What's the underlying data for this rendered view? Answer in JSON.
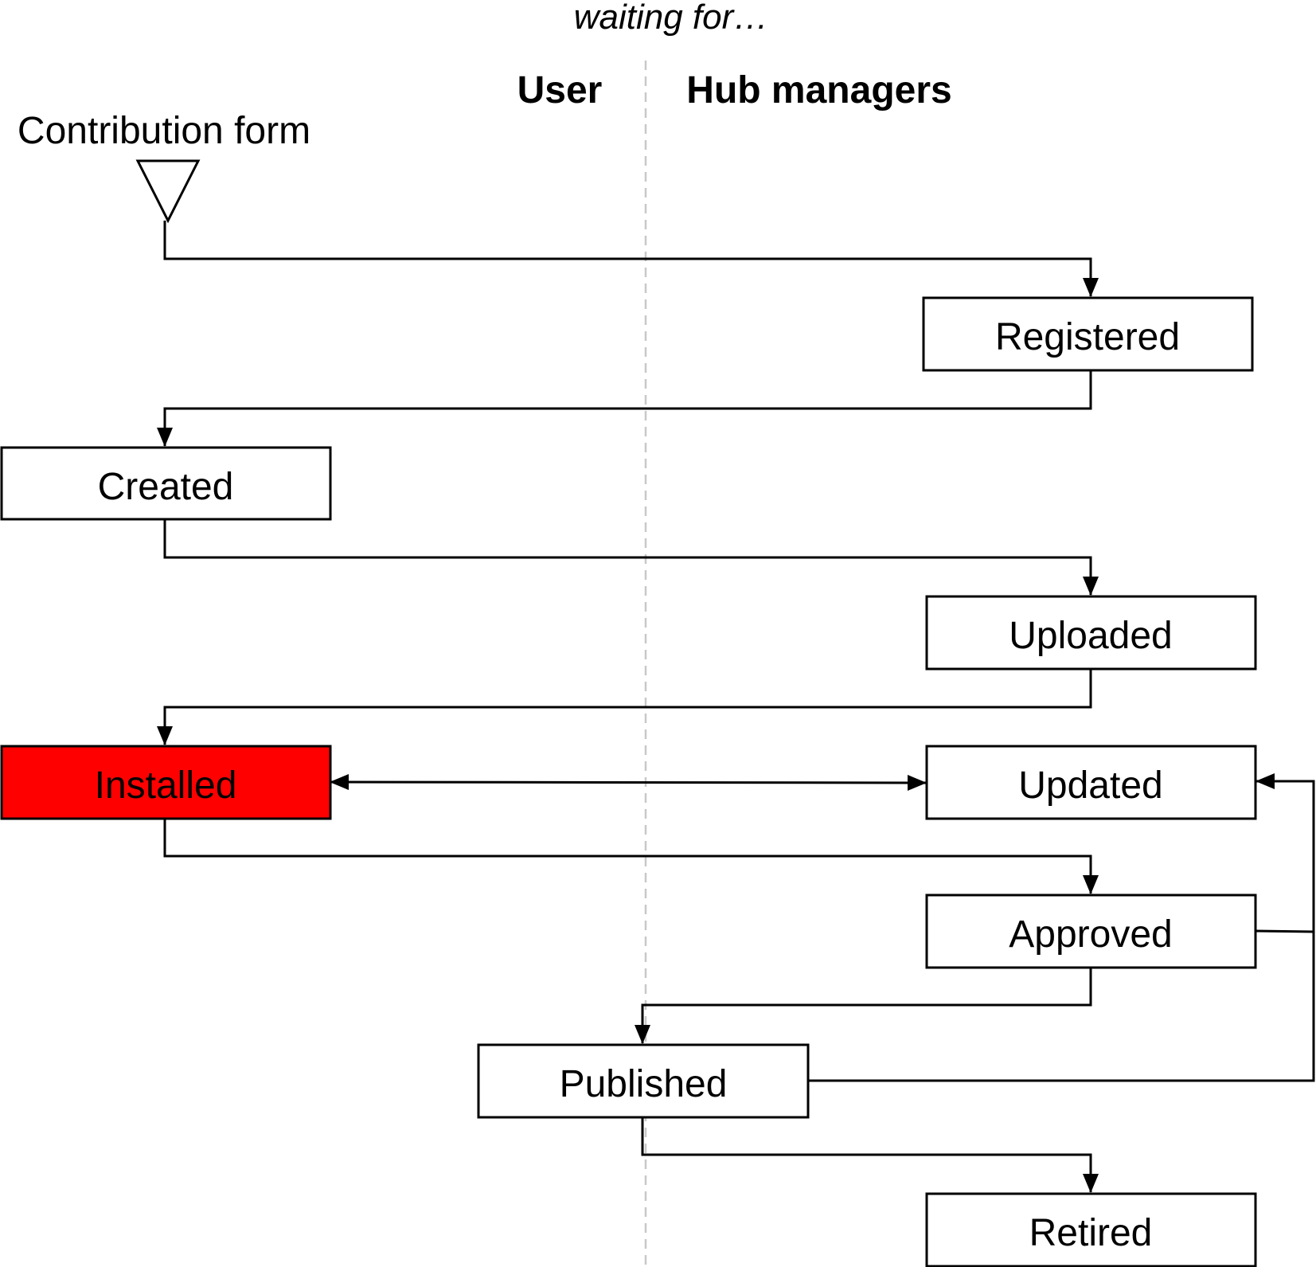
{
  "header": {
    "caption": "waiting for…",
    "lane_user": "User",
    "lane_hub": "Hub managers"
  },
  "start": {
    "label": "Contribution form"
  },
  "states": {
    "registered": {
      "label": "Registered",
      "lane": "Hub managers"
    },
    "created": {
      "label": "Created",
      "lane": "User"
    },
    "uploaded": {
      "label": "Uploaded",
      "lane": "Hub managers"
    },
    "installed": {
      "label": "Installed",
      "lane": "User",
      "highlighted": true
    },
    "updated": {
      "label": "Updated",
      "lane": "Hub managers"
    },
    "approved": {
      "label": "Approved",
      "lane": "Hub managers"
    },
    "published": {
      "label": "Published",
      "lane": "User / Hub managers"
    },
    "retired": {
      "label": "Retired",
      "lane": "Hub managers"
    }
  },
  "transitions": [
    {
      "from": "start",
      "to": "registered"
    },
    {
      "from": "registered",
      "to": "created"
    },
    {
      "from": "created",
      "to": "uploaded"
    },
    {
      "from": "uploaded",
      "to": "installed"
    },
    {
      "from": "installed",
      "to": "updated",
      "bidirectional": true
    },
    {
      "from": "installed",
      "to": "approved"
    },
    {
      "from": "approved",
      "to": "updated"
    },
    {
      "from": "approved",
      "to": "published"
    },
    {
      "from": "published",
      "to": "updated"
    },
    {
      "from": "published",
      "to": "retired"
    }
  ],
  "colors": {
    "highlight": "#ff0000",
    "box_fill": "#ffffff",
    "stroke": "#000000",
    "divider": "#c8c8c8"
  }
}
